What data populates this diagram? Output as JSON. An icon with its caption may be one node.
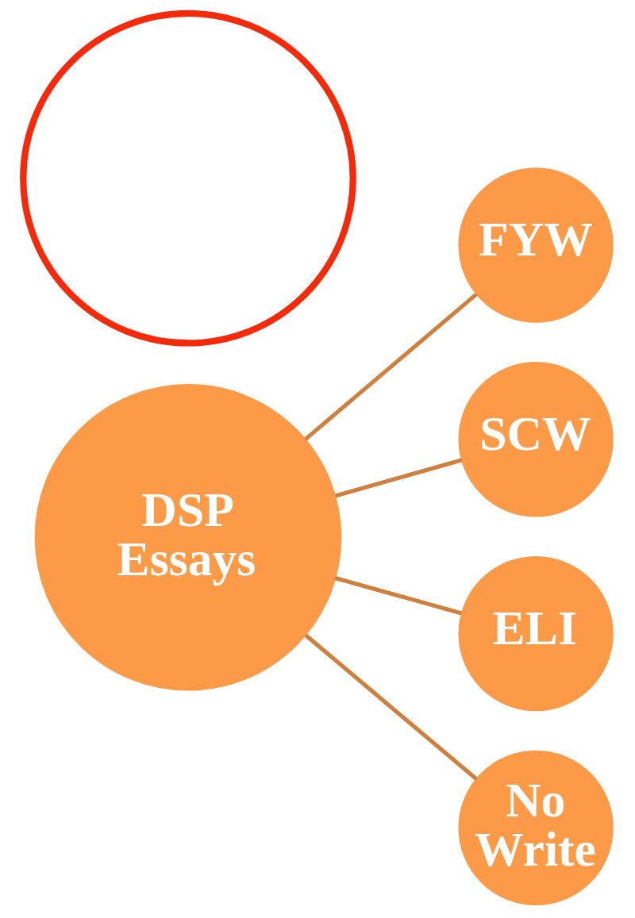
{
  "diagram": {
    "nodes": [
      {
        "text": [
          "DSP Essays"
        ]
      },
      {
        "text": [
          "FYW"
        ]
      },
      {
        "text": [
          "SCW"
        ]
      },
      {
        "text": [
          "ELI"
        ]
      },
      {
        "text": [
          "No Write"
        ]
      },
      {
        "text": [],
        "shape": "circle"
      }
    ],
    "edges": [
      {
        "from": 0,
        "to": 1,
        "arrow": "none"
      },
      {
        "from": 0,
        "to": 2,
        "arrow": "none"
      },
      {
        "from": 0,
        "to": 3,
        "arrow": "none"
      },
      {
        "from": 0,
        "to": 4,
        "arrow": "none"
      }
    ]
  }
}
